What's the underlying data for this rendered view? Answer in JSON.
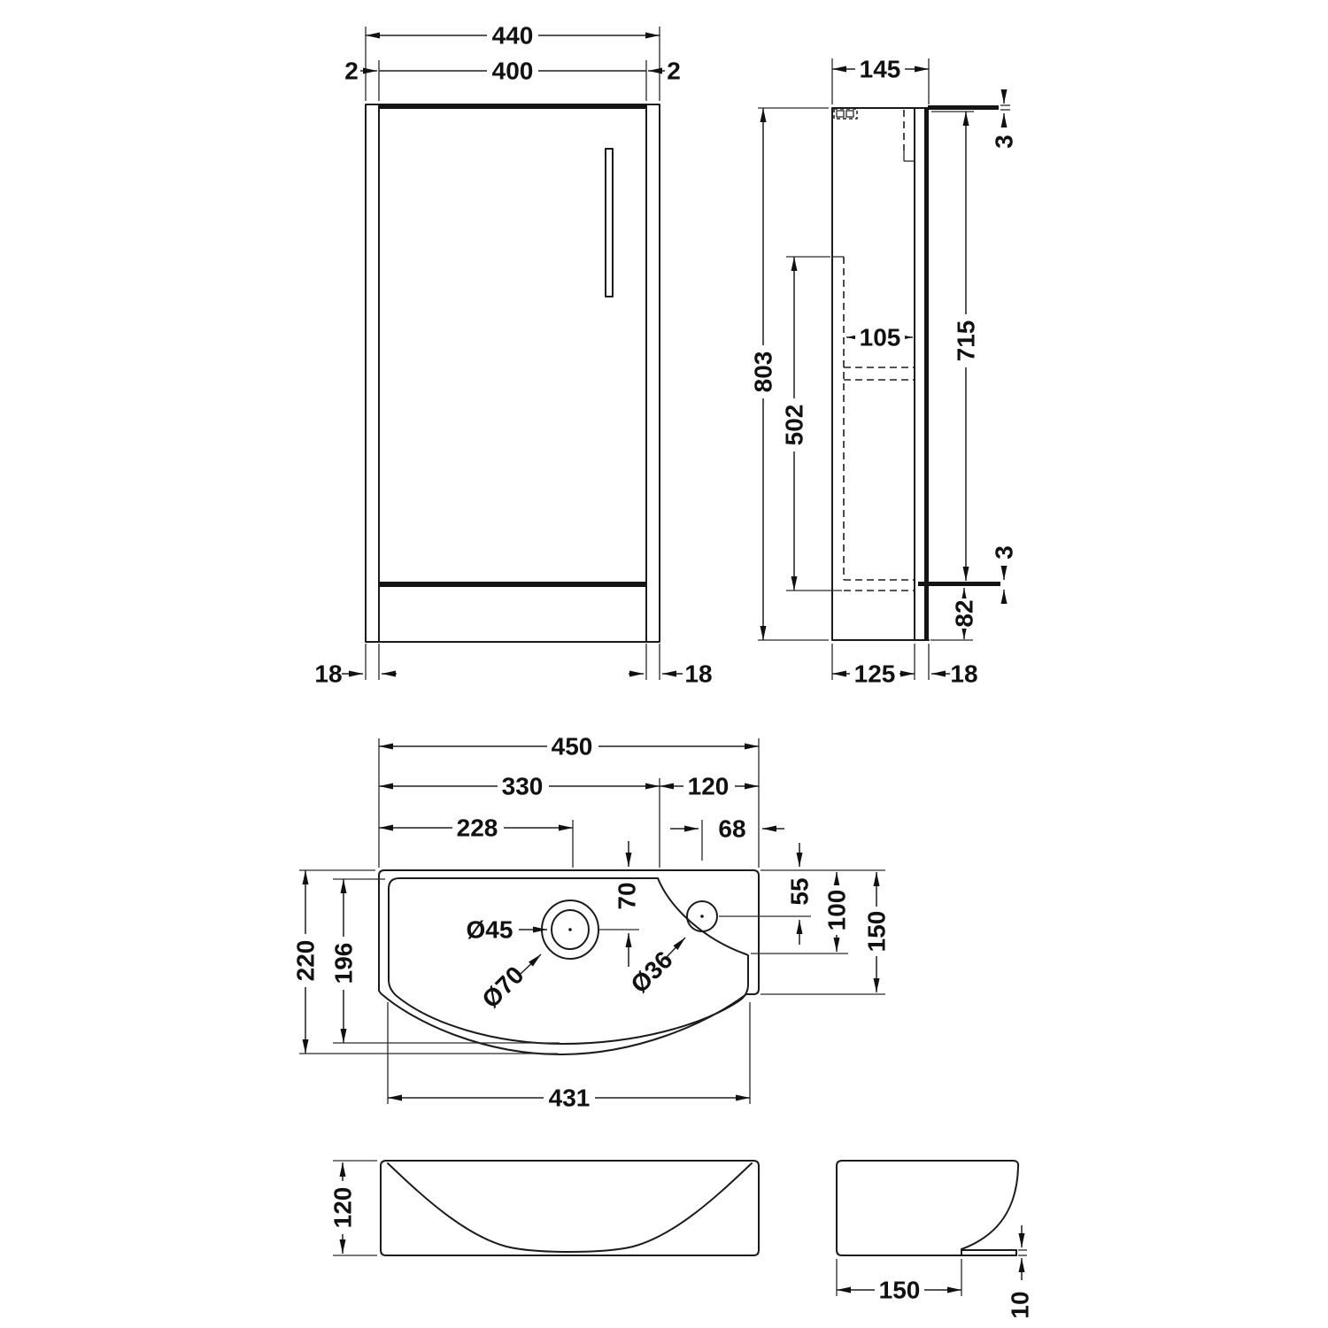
{
  "drawing": {
    "type": "technical-dimension-drawing",
    "subject": "bathroom vanity unit with basin",
    "views": {
      "cabinet_front": "cabinet front elevation",
      "cabinet_side": "cabinet side section",
      "basin_plan": "basin plan view",
      "basin_front": "basin front elevation",
      "basin_side": "basin side elevation"
    }
  },
  "dims": {
    "front": {
      "overall_w": "440",
      "door_w": "400",
      "gap_l": "2",
      "gap_r": "2",
      "side_l": "18",
      "side_r": "18"
    },
    "side": {
      "depth": "145",
      "height": "803",
      "door_h": "715",
      "top_t": "3",
      "shelf_d": "105",
      "recess_h": "502",
      "bottom_t": "3",
      "plinth": "82",
      "body_d": "125",
      "door_t": "18"
    },
    "plan": {
      "width": "450",
      "bowl_w": "330",
      "deck_w": "120",
      "drain_x": "228",
      "tap_x": "68",
      "depth": "220",
      "bowl_d": "196",
      "drain_y": "70",
      "tap_y": "55",
      "deck_d1": "100",
      "deck_d2": "150",
      "bowl_w2": "431",
      "drain_hole": "Ø45",
      "drain_rim": "Ø70",
      "tap_hole": "Ø36"
    },
    "basin_front": {
      "height": "120"
    },
    "basin_side": {
      "depth": "150",
      "lip": "10"
    }
  }
}
